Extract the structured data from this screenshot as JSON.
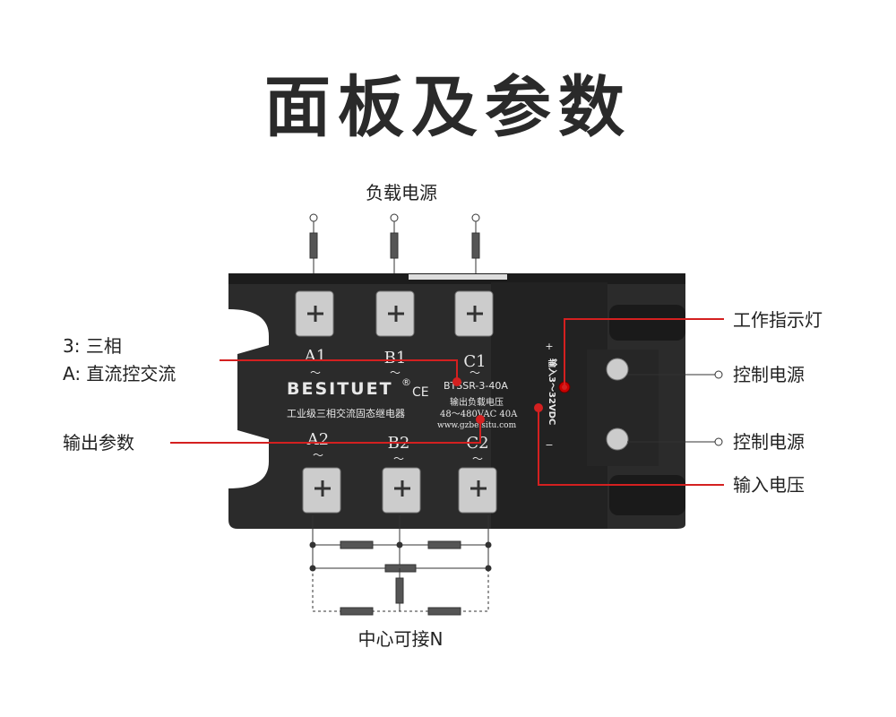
{
  "title": "面板及参数",
  "annotations": {
    "load_power": "负载电源",
    "three_phase": "3: 三相",
    "dc_ac": "A: 直流控交流",
    "output_params": "输出参数",
    "indicator": "工作指示灯",
    "control_power_1": "控制电源",
    "control_power_2": "控制电源",
    "input_voltage": "输入电压",
    "neutral": "中心可接N"
  },
  "relay": {
    "brand": "BESITUET",
    "reg": "®",
    "ce": "CE",
    "subtitle": "工业级三相交流固态继电器",
    "model": "BTSSR-3-40A",
    "output_label": "输出负载电压",
    "output_spec": "48～480VAC 40A",
    "website": "www.gzbeisitu.com",
    "input_spec": "输入3～32VDC",
    "plus": "+",
    "minus": "−",
    "terminals_top": [
      "A1",
      "B1",
      "C1"
    ],
    "terminals_bottom": [
      "A2",
      "B2",
      "C2"
    ],
    "tilde": "～"
  },
  "colors": {
    "accent": "#d42020",
    "body": "#2b2b2b"
  }
}
